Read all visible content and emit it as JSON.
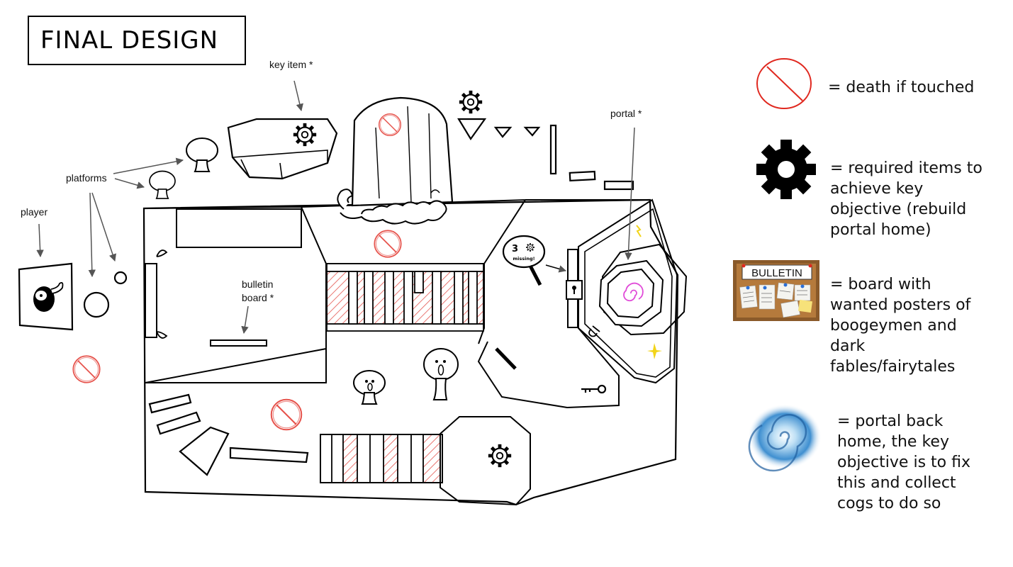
{
  "title": "FINAL DESIGN",
  "annotations": {
    "key_item": "key item *",
    "portal": "portal *",
    "platforms": "platforms",
    "player": "player",
    "bulletin_board": "bulletin\nboard *",
    "cogs_missing": "3",
    "missing_word": "missing!"
  },
  "legend": {
    "death": "= death if touched",
    "cog": "= required items to\nachieve key\nobjective (rebuild\nportal home)",
    "bulletin": "= board with\nwanted posters of\nboogeymen and\ndark\nfables/fairytales",
    "bulletin_sign": "BULLETIN",
    "portal": "= portal back\nhome, the key\nobjective is to fix\nthis and collect\ncogs to do so"
  },
  "colors": {
    "ink": "#000000",
    "danger": "#e0281f",
    "hatch": "#e4554f",
    "spiral": "#e04bd8",
    "sparkle": "#f2d419",
    "cork": "#b57a3c",
    "cork_frame": "#8a5a2a",
    "portal_blue": "#3f8fd0"
  }
}
